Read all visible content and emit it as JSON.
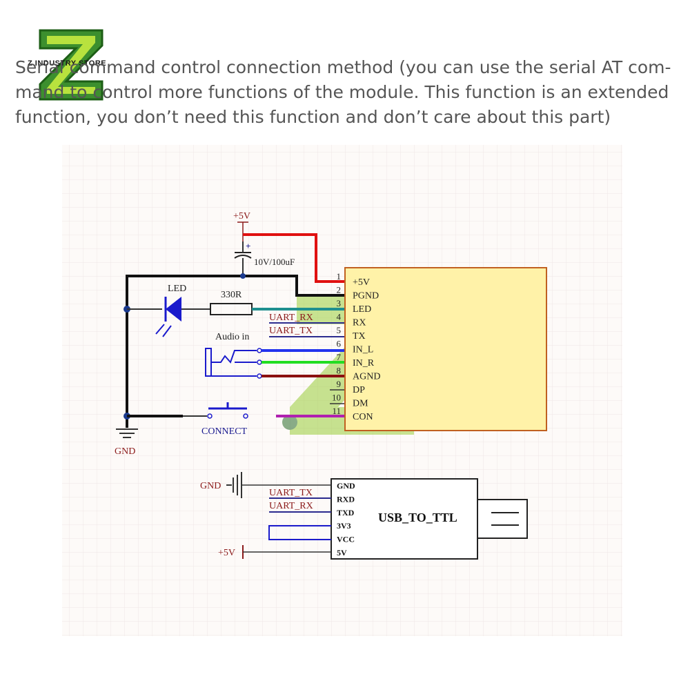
{
  "logo": {
    "text": "Z INDUSTRY STORE",
    "icon": "z-logo-icon"
  },
  "caption": {
    "lines": [
      "Serial command control connection method (you can use the serial AT com-",
      "mand to control more functions of the module. This function is an extended",
      "function, you don’t need this function and don’t care about this part)"
    ]
  },
  "schematic": {
    "power_top": "+5V",
    "capacitor": "10V/100uF",
    "cap_polarity": "+",
    "led_label": "LED",
    "resistor": "330R",
    "audio_in": "Audio in",
    "connect_button": "CONNECT",
    "gnd_label": "GND",
    "net_uart_rx": "UART_RX",
    "net_uart_tx": "UART_TX",
    "module": {
      "pin_numbers": [
        "1",
        "2",
        "3",
        "4",
        "5",
        "6",
        "7",
        "8",
        "9",
        "10",
        "11"
      ],
      "pin_names": [
        "+5V",
        "PGND",
        "LED",
        "RX",
        "TX",
        "IN_L",
        "IN_R",
        "AGND",
        "DP",
        "DM",
        "CON"
      ],
      "fill_color": "#fff2a8"
    },
    "usb_ttl": {
      "title": "USB_TO_TTL",
      "pins": [
        "GND",
        "RXD",
        "TXD",
        "3V3",
        "VCC",
        "5V"
      ],
      "gnd_label": "GND",
      "power_label": "+5V",
      "net_rx": "UART_TX",
      "net_tx": "UART_RX"
    },
    "wire_colors": {
      "power": "#e01010",
      "ground": "#111111",
      "led": "#1f8f8f",
      "audio_l": "#2233ee",
      "audio_r": "#22dd22",
      "agnd": "#8b1010",
      "con": "#b020b0",
      "net": "#2b2b8f",
      "label": "#8b1a1a"
    }
  }
}
